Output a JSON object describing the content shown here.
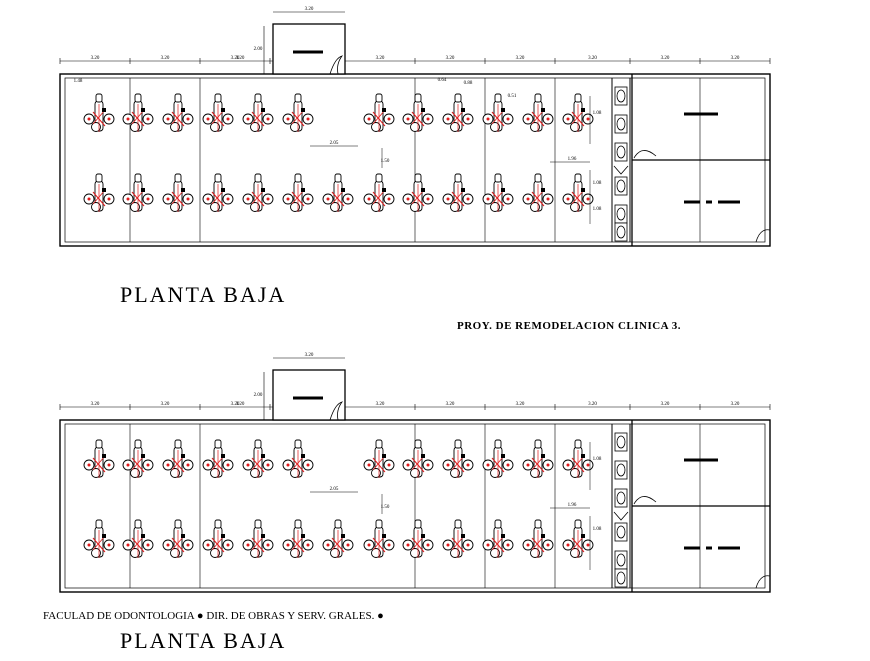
{
  "plans": [
    {
      "title": "PLANTA BAJA",
      "dims": {
        "bay": "3.20",
        "entry_depth": "2.00",
        "chair_width": "1.48",
        "aisle": "2.05",
        "row_gap": "1.50",
        "cab_a": "1.08",
        "cab_b": "1.96",
        "cab_c": "1.08",
        "cab_d": "1.08",
        "detail_a": "0.64",
        "detail_b": "0.88",
        "detail_c": "0.51"
      }
    },
    {
      "title": "PLANTA BAJA",
      "dims": {
        "bay": "3.20",
        "entry_depth": "2.00",
        "aisle": "2.05",
        "row_gap": "1.50",
        "cab_a": "1.08",
        "cab_b": "1.96",
        "cab_c": "1.08"
      }
    }
  ],
  "project_title": "PROY.  DE REMODELACION CLINICA  3.",
  "footer": {
    "faculty": "FACULAD DE ODONTOLOGIA",
    "office": "DIR. DE OBRAS Y SERV.  GRALES."
  },
  "colors": {
    "line": "#000000",
    "accent": "#e0191b"
  }
}
